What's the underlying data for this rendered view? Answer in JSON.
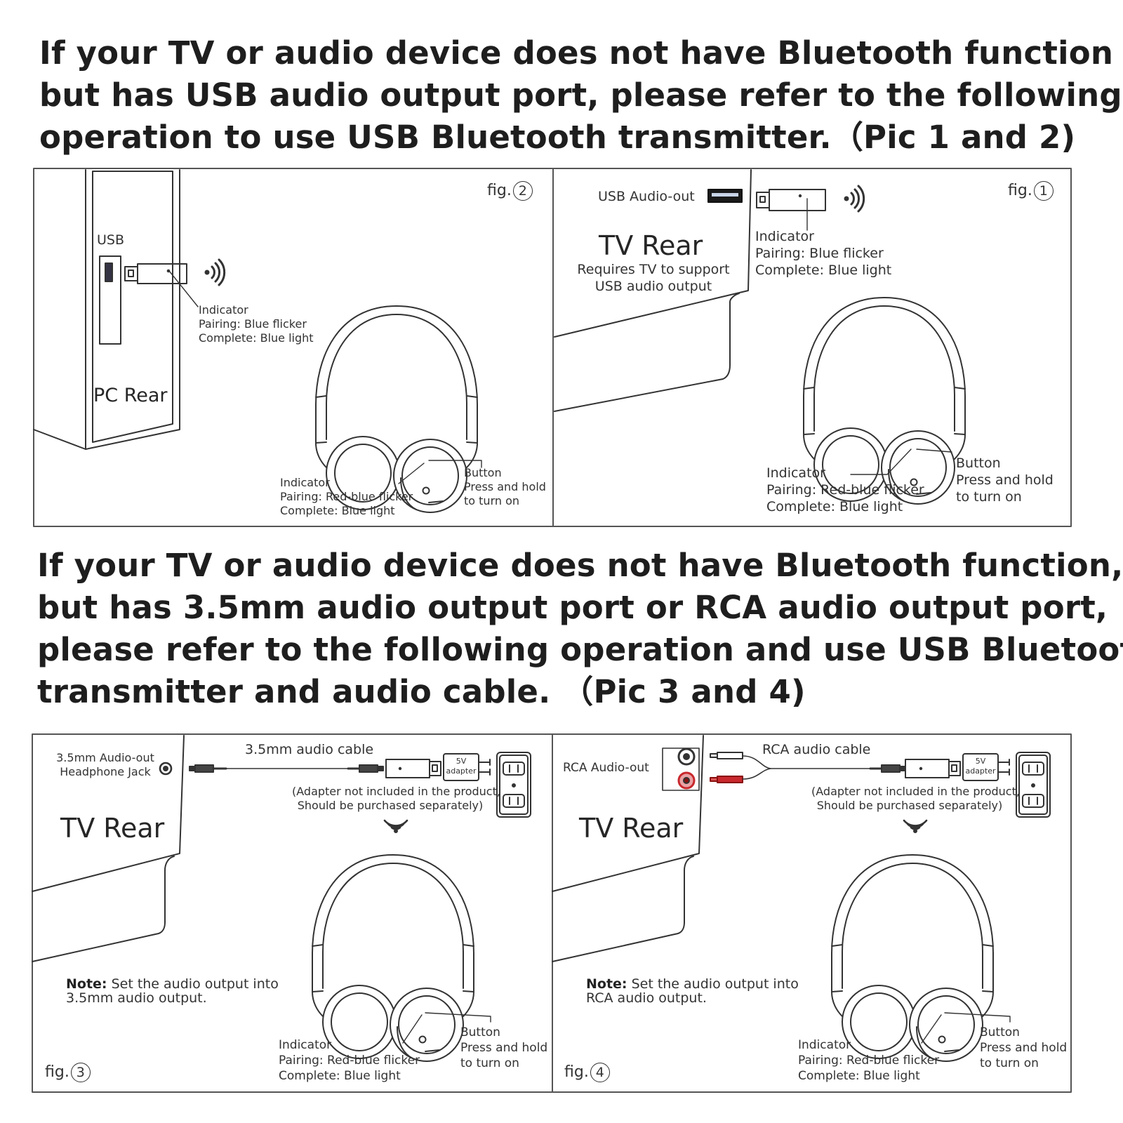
{
  "heading_top": {
    "lines": [
      "If your TV or audio device does not have Bluetooth function",
      "but has USB audio output port, please refer to the following",
      "operation to use USB Bluetooth transmitter.（Pic 1 and 2)"
    ]
  },
  "heading_bottom": {
    "lines": [
      "If your TV or audio device does not have Bluetooth function,",
      "but has 3.5mm audio output port or RCA audio output port,",
      "please refer to the following operation and use USB Bluetooth",
      "transmitter and audio cable. （Pic 3 and 4)"
    ]
  },
  "fig2": {
    "fig_label": "fig.",
    "fig_number": "2",
    "usb_label": "USB",
    "device_label": "PC Rear",
    "dongle_indicator": [
      "Indicator",
      "Pairing: Blue flicker",
      "Complete: Blue light"
    ],
    "headphone_indicator": [
      "Indicator",
      "Pairing: Red-blue flicker",
      "Complete: Blue light"
    ],
    "button": [
      "Button",
      "Press and hold",
      "to turn on"
    ]
  },
  "fig1": {
    "fig_label": "fig.",
    "fig_number": "1",
    "port_label": "USB Audio-out",
    "device_label": "TV Rear",
    "device_note": [
      "Requires TV to support",
      "USB audio output"
    ],
    "dongle_indicator": [
      "Indicator",
      "Pairing: Blue flicker",
      "Complete: Blue light"
    ],
    "headphone_indicator": [
      "Indicator",
      "Pairing: Red-blue flicker",
      "Complete: Blue light"
    ],
    "button": [
      "Button",
      "Press and hold",
      "to turn on"
    ]
  },
  "fig3": {
    "fig_label": "fig.",
    "fig_number": "3",
    "port_label": [
      "3.5mm Audio-out",
      "Headphone Jack"
    ],
    "device_label": "TV Rear",
    "cable_label": "3.5mm audio cable",
    "adapter_top": "5V",
    "adapter_bottom": "adapter",
    "adapter_note": [
      "(Adapter not included in the product,",
      "Should be purchased separately)"
    ],
    "note_bold": "Note:",
    "note_text": [
      "Set the audio output into",
      "3.5mm audio output."
    ],
    "headphone_indicator": [
      "Indicator",
      "Pairing: Red-blue flicker",
      "Complete: Blue light"
    ],
    "button": [
      "Button",
      "Press and hold",
      "to turn on"
    ]
  },
  "fig4": {
    "fig_label": "fig.",
    "fig_number": "4",
    "port_label": "RCA Audio-out",
    "device_label": "TV Rear",
    "cable_label": "RCA audio cable",
    "adapter_top": "5V",
    "adapter_bottom": "adapter",
    "adapter_note": [
      "(Adapter not included in the product,",
      "Should be purchased separately)"
    ],
    "note_bold": "Note:",
    "note_text": [
      "Set the audio output into",
      "RCA audio output."
    ],
    "headphone_indicator": [
      "Indicator",
      "Pairing: Red-blue flicker",
      "Complete: Blue light"
    ],
    "button": [
      "Button",
      "Press and hold",
      "to turn on"
    ]
  },
  "colors": {
    "line": "#333333",
    "rca_red": "#c8282d",
    "border": "#555555"
  }
}
